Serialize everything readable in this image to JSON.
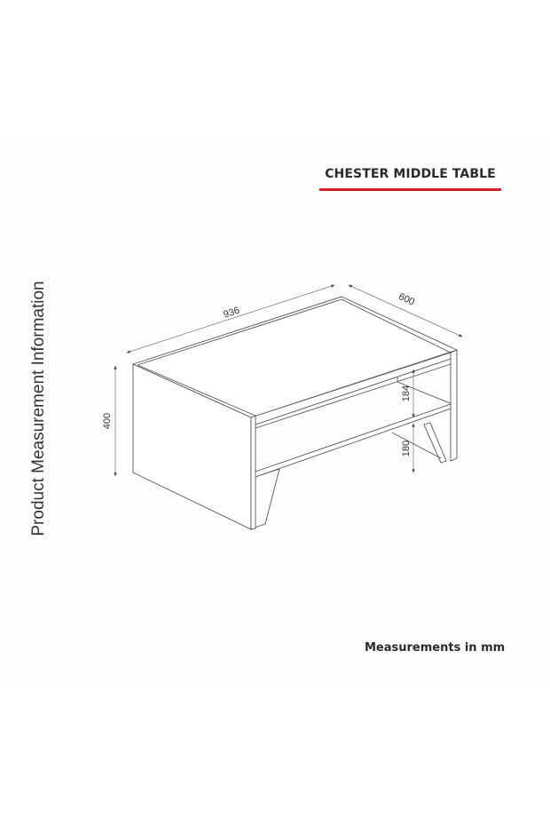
{
  "title": "CHESTER MIDDLE TABLE",
  "side_label": "Product Measurement Information",
  "units_note": "Measurements in mm",
  "accent_color": "#d81f26",
  "dimensions": {
    "width": "936",
    "depth": "600",
    "height": "400",
    "upper_opening": "184",
    "lower_opening": "180"
  }
}
